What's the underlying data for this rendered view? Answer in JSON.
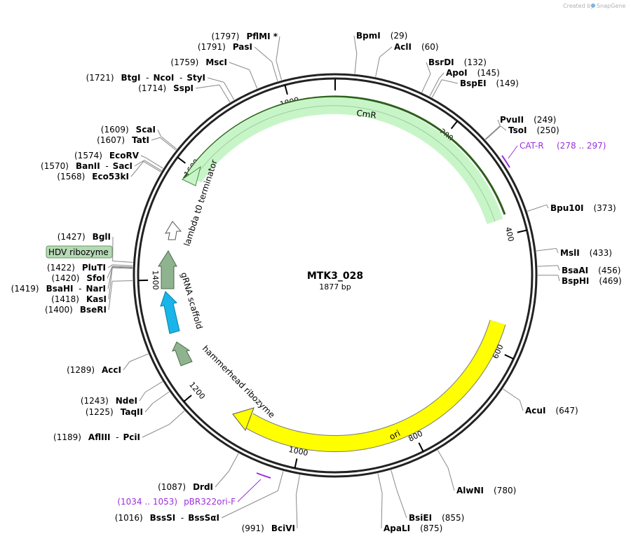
{
  "credit": "Created by",
  "credit_brand": "SnapGene",
  "plasmid": {
    "name": "MTK3_028",
    "length_label": "1877 bp"
  },
  "colors": {
    "backbone": "#222222",
    "cmr": "#c8f5c8",
    "ori": "#ffff00",
    "lambda": "#ffffff",
    "grna": "#8fb38f",
    "hammerhead": "#8fb38f",
    "hdv": "#8fb38f",
    "primer": "#9b30d9"
  },
  "ticks": [
    "200",
    "400",
    "600",
    "800",
    "1000",
    "1200",
    "1400",
    "1600",
    "1800"
  ],
  "features": {
    "cmr": "CmR",
    "ori": "ori",
    "lambda": "lambda t0 terminator",
    "grna": "gRNA scaffold",
    "hammerhead": "hammerhead ribozyme",
    "hdv": "HDV ribozyme"
  },
  "sites": [
    {
      "name": "BpmI",
      "pos": "(29)"
    },
    {
      "name": "AclI",
      "pos": "(60)"
    },
    {
      "name": "BsrDI",
      "pos": "(132)"
    },
    {
      "name": "ApoI",
      "pos": "(145)"
    },
    {
      "name": "BspEI",
      "pos": "(149)"
    },
    {
      "name": "PvuII",
      "pos": "(249)"
    },
    {
      "name": "TsoI",
      "pos": "(250)"
    },
    {
      "name": "Bpu10I",
      "pos": "(373)"
    },
    {
      "name": "MslI",
      "pos": "(433)"
    },
    {
      "name": "BsaAI",
      "pos": "(456)"
    },
    {
      "name": "BspHI",
      "pos": "(469)"
    },
    {
      "name": "AcuI",
      "pos": "(647)"
    },
    {
      "name": "AlwNI",
      "pos": "(780)"
    },
    {
      "name": "BsiEI",
      "pos": "(855)"
    },
    {
      "name": "ApaLI",
      "pos": "(875)"
    },
    {
      "name": "BciVI",
      "pos": "(991)"
    },
    {
      "name": "BssSI",
      "pos": "(1016)",
      "partner": "BssSαI"
    },
    {
      "name": "DrdI",
      "pos": "(1087)"
    },
    {
      "name": "AflIII",
      "pos": "(1189)",
      "partner": "PciI"
    },
    {
      "name": "TaqII",
      "pos": "(1225)"
    },
    {
      "name": "NdeI",
      "pos": "(1243)"
    },
    {
      "name": "AccI",
      "pos": "(1289)"
    },
    {
      "name": "BseRI",
      "pos": "(1400)"
    },
    {
      "name": "KasI",
      "pos": "(1418)"
    },
    {
      "name": "BsaHI",
      "pos": "(1419)",
      "partner": "NarI"
    },
    {
      "name": "SfoI",
      "pos": "(1420)"
    },
    {
      "name": "PluTI",
      "pos": "(1422)"
    },
    {
      "name": "BglI",
      "pos": "(1427)"
    },
    {
      "name": "Eco53kI",
      "pos": "(1568)"
    },
    {
      "name": "BanII",
      "pos": "(1570)",
      "partner": "SacI"
    },
    {
      "name": "EcoRV",
      "pos": "(1574)"
    },
    {
      "name": "TatI",
      "pos": "(1607)"
    },
    {
      "name": "ScaI",
      "pos": "(1609)"
    },
    {
      "name": "SspI",
      "pos": "(1714)"
    },
    {
      "name": "BtgI",
      "pos": "(1721)",
      "partner": "NcoI",
      "partner2": "StyI"
    },
    {
      "name": "MscI",
      "pos": "(1759)"
    },
    {
      "name": "PasI",
      "pos": "(1791)"
    },
    {
      "name": "PflMI *",
      "pos": "(1797)"
    }
  ],
  "primers": [
    {
      "name": "CAT-R",
      "range": "(278 .. 297)"
    },
    {
      "name": "pBR322ori-F",
      "range": "(1034 .. 1053)"
    }
  ]
}
